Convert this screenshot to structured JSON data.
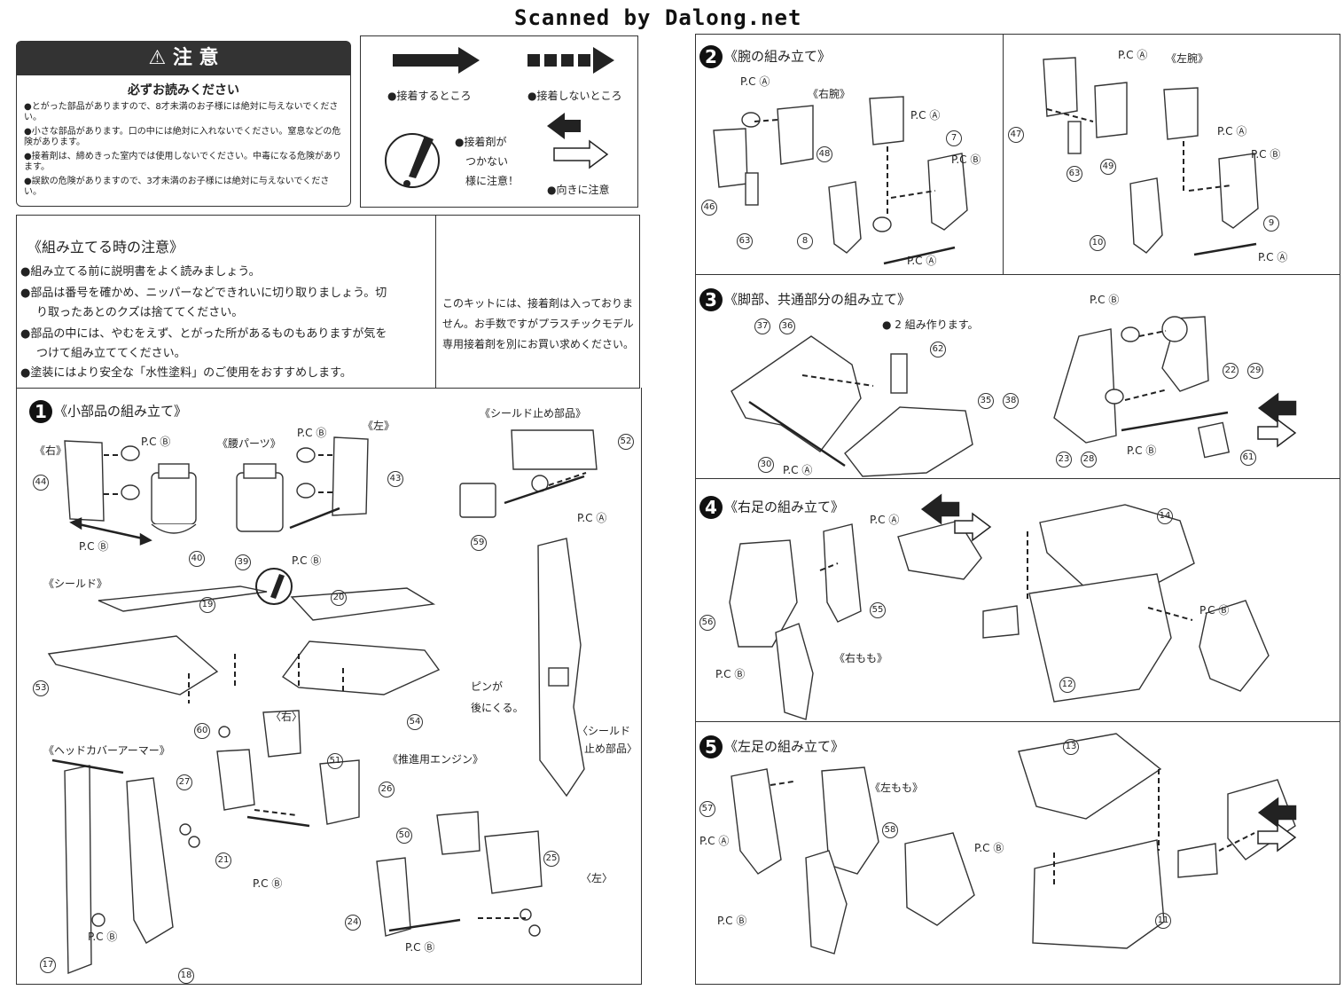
{
  "header": {
    "title": "Scanned by Dalong.net"
  },
  "warning": {
    "title": "注 意",
    "subtitle": "必ずお読みください",
    "lines": [
      "●とがった部品がありますので、8才未満のお子様には絶対に与えないでください。",
      "●小さな部品があります。口の中には絶対に入れないでください。窒息などの危険があります。",
      "●接着剤は、締めきった室内では使用しないでください。中毒になる危険があります。",
      "●誤飲の危険がありますので、3才未満のお子様には絶対に与えないでください。"
    ]
  },
  "legend": {
    "glue": "●接着するところ",
    "noglue": "●接着しないところ",
    "caution": [
      "●接着剤が",
      "つかない",
      "様に注意！"
    ],
    "direction": "●向きに注意"
  },
  "notes": {
    "title": "《組み立てる時の注意》",
    "lines": [
      "●組み立てる前に説明書をよく読みましょう。",
      "●部品は番号を確かめ、ニッパーなどできれいに切り取りましょう。切",
      "り取ったあとのクズは捨ててください。",
      "●部品の中には、やむをえず、とがった所があるものもありますが気を",
      "つけて組み立ててください。",
      "●塗装にはより安全な「水性塗料」のご使用をおすすめします。"
    ],
    "kit_note": "このキットには、接着剤は入っておりません。お手数ですがプラスチックモデル専用接着剤を別にお買い求めください。"
  },
  "step1": {
    "num": "1",
    "title": "《小部品の組み立て》",
    "right": "《右》",
    "left": "《左》",
    "waist": "《腰パーツ》",
    "shield_stop": "《シールド止め部品》",
    "shield": "《シールド》",
    "head": "《ヘッドカバーアーマー》",
    "engine": "《推進用エンジン》",
    "pin_note": [
      "ピンが",
      "後にくる。"
    ],
    "shield_stop2": [
      "〈シールド",
      "止め部品〉"
    ],
    "r2": "〈右〉",
    "l2": "〈左〉",
    "pca": "P.C Ⓐ",
    "pcb": "P.C Ⓑ",
    "parts": [
      "44",
      "40",
      "39",
      "43",
      "52",
      "59",
      "19",
      "20",
      "53",
      "54",
      "60",
      "51",
      "27",
      "21",
      "26",
      "17",
      "18",
      "50",
      "25",
      "24"
    ]
  },
  "step2": {
    "num": "2",
    "title": "《腕の組み立て》",
    "right": "《右腕》",
    "left": "《左腕》",
    "parts": [
      "46",
      "48",
      "63",
      "8",
      "7",
      "47",
      "63",
      "49",
      "10",
      "9"
    ]
  },
  "step3": {
    "num": "3",
    "title": "《脚部、共通部分の組み立て》",
    "note": "● 2 組み作ります。",
    "parts": [
      "37",
      "36",
      "62",
      "35",
      "38",
      "30",
      "22",
      "29",
      "23",
      "28",
      "61"
    ]
  },
  "step4": {
    "num": "4",
    "title": "《右足の組み立て》",
    "thigh": "《右もも》",
    "parts": [
      "56",
      "55",
      "14",
      "12"
    ]
  },
  "step5": {
    "num": "5",
    "title": "《左足の組み立て》",
    "thigh": "《左もも》",
    "parts": [
      "57",
      "58",
      "13",
      "11"
    ]
  }
}
